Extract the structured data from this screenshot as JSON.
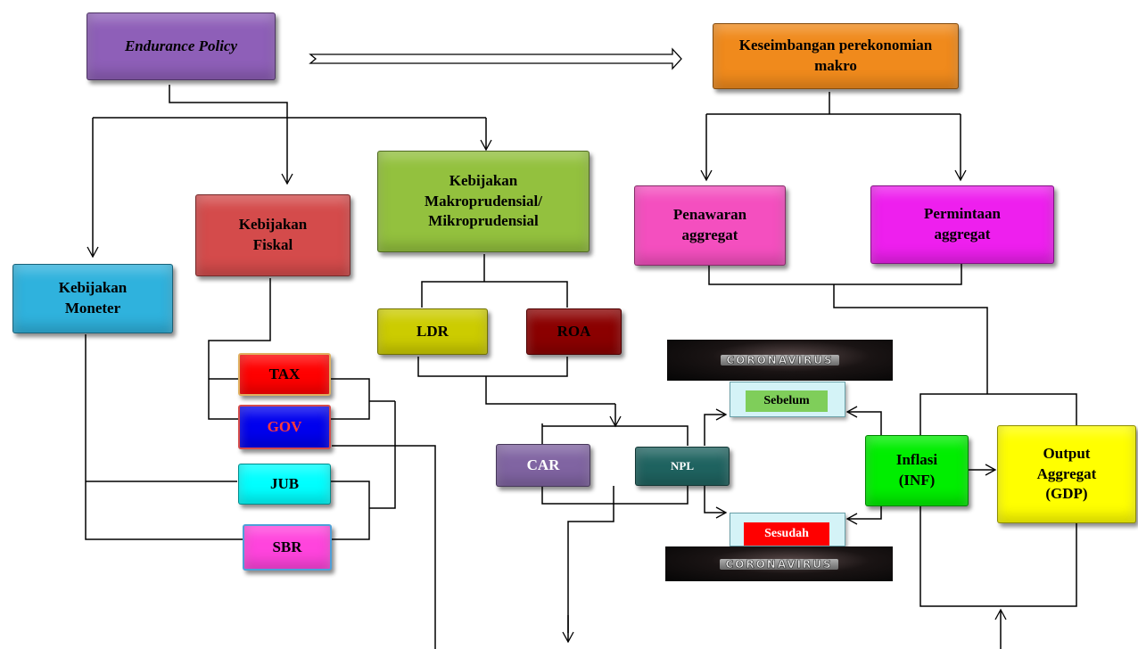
{
  "colors": {
    "endurance": "#8e5fb8",
    "keseimbangan": "#f08a1c",
    "fiskal": "#d44b4b",
    "makro": "#93c13e",
    "penawaran": "#f44fbf",
    "permintaan": "#ee1fee",
    "moneter": "#2fb2dd",
    "ldr": "#cccc00",
    "roa": "#8b0000",
    "tax": "#ff0000",
    "gov": "#0000ee",
    "jub": "#00ffff",
    "sbr": "#ff44dd",
    "car": "#8064a2",
    "npl": "#1f6360",
    "inflasi": "#00ee00",
    "output": "#ffff00",
    "sebelum_tag": "#7fce5a",
    "sesudah_tag": "#ff0000"
  },
  "nodes": {
    "endurance": "Endurance Policy",
    "keseimbangan": "Keseimbangan perekonomian makro",
    "fiskal": "Kebijakan Fiskal",
    "makro": "Kebijakan Makroprudensial/ Mikroprudensial",
    "penawaran": "Penawaran aggregat",
    "permintaan": "Permintaan aggregat",
    "moneter": "Kebijakan Moneter",
    "ldr": "LDR",
    "roa": "ROA",
    "tax": "TAX",
    "gov": "GOV",
    "jub": "JUB",
    "sbr": "SBR",
    "car": "CAR",
    "npl": "NPL",
    "sebelum": "Sebelum",
    "sesudah": "Sesudah",
    "inflasi": "Inflasi (INF)",
    "output": "Output Aggregat (GDP)"
  },
  "banners": {
    "top": "CORONAVIRUS",
    "bottom": "CORONAVIRUS"
  }
}
